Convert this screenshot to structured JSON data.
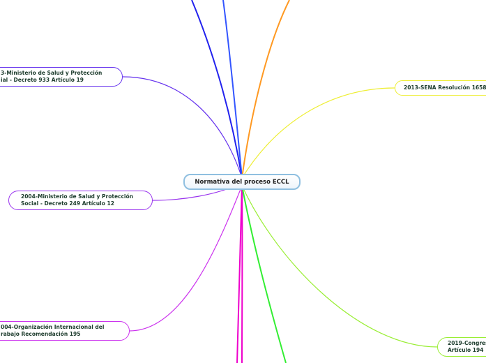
{
  "center": {
    "label": "Normativa del proceso ECCL",
    "border_color": "#8fbfe0"
  },
  "nodes": [
    {
      "line1": "3-Ministerio de Salud y Protección",
      "line2": "ial - Decreto 933 Artículo 19",
      "color": "#6633ee"
    },
    {
      "line1": "2004-Ministerio de Salud y Protección",
      "line2": "Social - Decreto 249 Artículo 12",
      "color": "#9933ee"
    },
    {
      "line1": "004-Organización Internacional del",
      "line2": "rabajo Recomendación 195",
      "color": "#cc33ee"
    },
    {
      "line1": "2013-SENA Resolución 1658",
      "line2": "",
      "color": "#eeee33"
    },
    {
      "line1": "2019-Congres",
      "line2": "Artículo 194",
      "color": "#99ee33"
    }
  ],
  "branch_colors": {
    "blue_dark": "#2222ee",
    "blue": "#3355ff",
    "orange": "#ff9922",
    "magenta": "#ee00cc",
    "green": "#33ee33"
  }
}
